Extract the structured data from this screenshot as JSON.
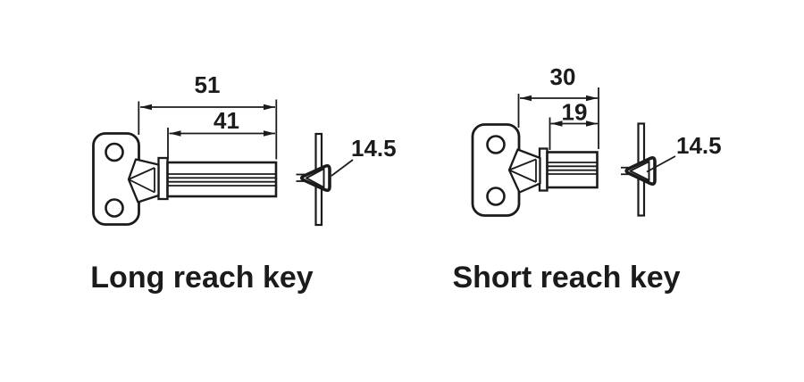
{
  "figure": {
    "background_color": "#ffffff",
    "line_color": "#1b1b1b",
    "drawing_type": "key dimension diagram"
  },
  "long_key": {
    "caption": "Long reach key",
    "dim_overall": "51",
    "dim_blade": "41",
    "dim_section": "14.5"
  },
  "short_key": {
    "caption": "Short reach key",
    "dim_overall": "30",
    "dim_blade": "19",
    "dim_section": "14.5"
  }
}
